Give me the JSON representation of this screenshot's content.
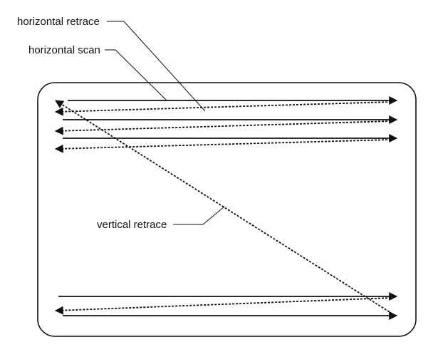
{
  "labels": {
    "horizontal_retrace": "horizontal retrace",
    "horizontal_scan": "horizontal scan",
    "vertical_retrace": "vertical retrace"
  },
  "colors": {
    "stroke": "#111111",
    "background": "#ffffff"
  }
}
